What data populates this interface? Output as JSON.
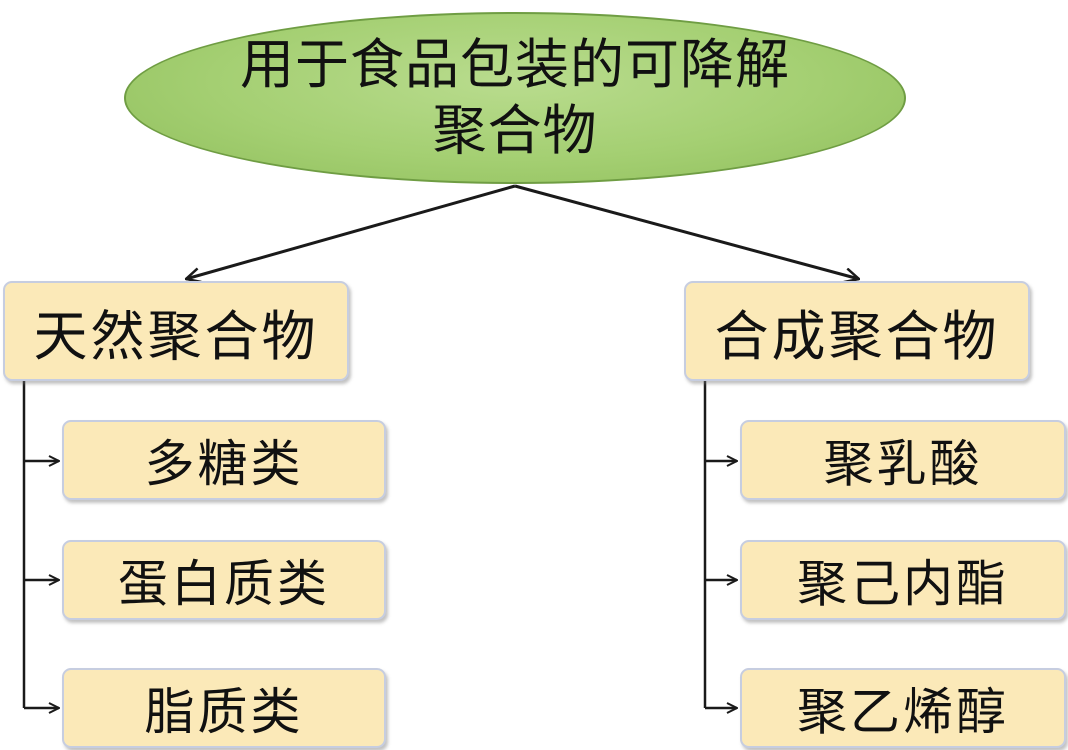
{
  "root": {
    "title_line1": "用于食品包装的可降解",
    "title_line2": "聚合物"
  },
  "categories": [
    {
      "label": "天然聚合物",
      "items": [
        "多糖类",
        "蛋白质类",
        "脂质类"
      ]
    },
    {
      "label": "合成聚合物",
      "items": [
        "聚乳酸",
        "聚己内酯",
        "聚乙烯醇"
      ]
    }
  ],
  "colors": {
    "root_fill": "#a4cf72",
    "root_border": "#6f9d43",
    "box_fill": "#fbe9b8",
    "box_border": "#c6cde0",
    "connector": "#1a1a1a"
  }
}
